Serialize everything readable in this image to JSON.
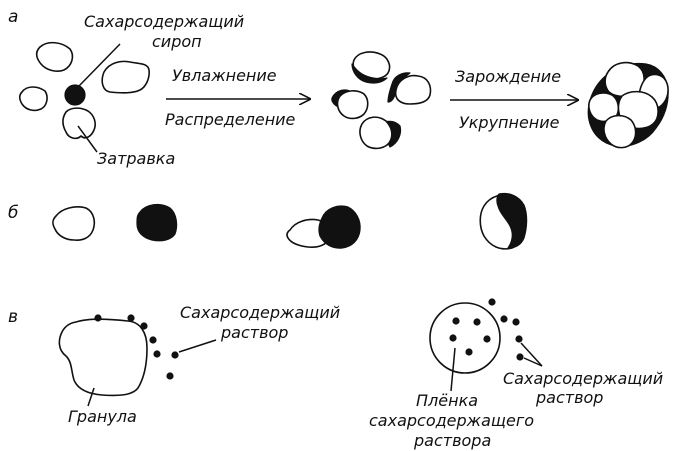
{
  "rows": {
    "a": "а",
    "b": "б",
    "c": "в"
  },
  "panel_a": {
    "syrup_label_line1": "Сахарсодержащий",
    "syrup_label_line2": "сироп",
    "seed_label": "Затравка",
    "step1_top": "Увлажнение",
    "step1_bottom": "Распределение",
    "step2_top": "Зарождение",
    "step2_bottom": "Укрупнение"
  },
  "panel_c": {
    "solution_label_line1": "Сахарсодержащий",
    "solution_label_line2": "раствор",
    "granule_label": "Гранула",
    "film_label_line1": "Плёнка",
    "film_label_line2": "сахарсодержащего",
    "film_label_line3": "раствора",
    "solution2_label_line1": "Сахарсодержащий",
    "solution2_label_line2": "раствор"
  },
  "colors": {
    "ink": "#111111",
    "background": "#ffffff"
  }
}
